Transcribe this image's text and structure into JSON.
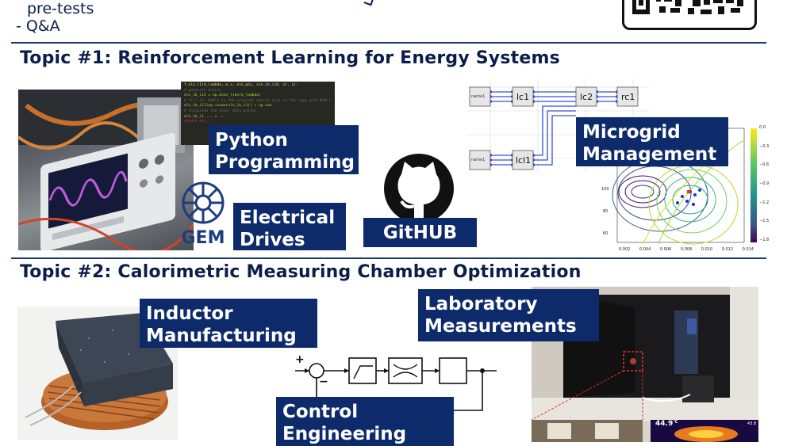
{
  "header": {
    "line1": "pre-tests",
    "line2": "- Q&A"
  },
  "topic1": {
    "title": "Topic #1: Reinforcement Learning for Energy Systems",
    "labels": {
      "python": "Python\nProgramming",
      "drives": "Electrical\nDrives",
      "github": "GitHUB",
      "microgrid": "Microgrid\nManagement"
    },
    "gem_text": "GEM",
    "code_lines": [
      "f_eln_l1(m_lambda, m_c, eln_phi, eln_ib_i(0, z), z):",
      "  # generate matrix",
      "  eln_ib_i12 = np.ones_like(m_lambda)",
      "",
      "  # fill all NaN's in the original matrix also in the copy with NaN's",
      "  eln_ib_i1[inp.isnan(eln_ib_i1)] = np.nan",
      "",
      "  # calculate the other data points",
      "  eln_ib_i1 ... = ...",
      "",
      "return eln_..."
    ],
    "diagram_nodes": [
      "lc1",
      "lc2",
      "rc1",
      "lcl1"
    ],
    "diagram_small_labels": [
      "name1",
      "name1"
    ],
    "contour_yticks": [
      "100",
      "80",
      "60"
    ],
    "contour_xticks": [
      "0.002",
      "0.004",
      "0.006",
      "0.008",
      "0.010",
      "0.012",
      "0.014"
    ],
    "colorbar_ticks": [
      "0.0",
      "−0.3",
      "−0.6",
      "−0.9",
      "−1.2",
      "−1.5",
      "−1.8"
    ]
  },
  "topic2": {
    "title": "Topic #2: Calorimetric Measuring Chamber Optimization",
    "labels": {
      "inductor": "Inductor\nManufacturing",
      "lab": "Laboratory\nMeasurements",
      "control": "Control\nEngineering"
    },
    "thermal_readout": "44.9",
    "thermal_unit": "°C",
    "thermal_side": "43.8",
    "block_signs": [
      "+",
      "−"
    ]
  },
  "colors": {
    "navy": "#0d2a6a",
    "text": "#0b1e4a",
    "rule": "#1d3a70"
  }
}
